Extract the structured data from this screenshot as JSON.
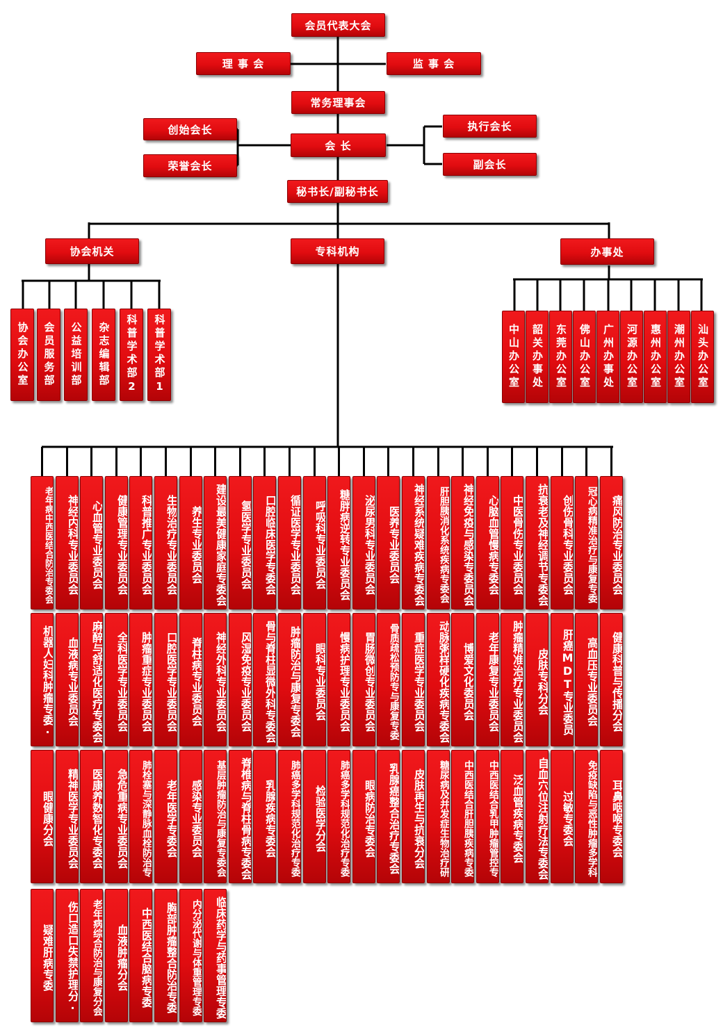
{
  "top": {
    "assembly": "会员代表大会",
    "council": "理 事 会",
    "supervisors": "监 事 会",
    "standing_council": "常务理事会",
    "president": "会 长",
    "founding_president": "创始会长",
    "honorary_president": "荣誉会长",
    "executive_president": "执行会长",
    "vice_president": "副会长",
    "secretary_general": "秘书长/副秘书长"
  },
  "branches": {
    "association_office": "协会机关",
    "specialty_bodies": "专科机构",
    "offices": "办事处"
  },
  "association_departments": [
    "协会办公室",
    "会员服务部",
    "公益培训部",
    "杂志编辑部",
    "科普学术部2",
    "科普学术部1"
  ],
  "regional_offices": [
    "中山办公室",
    "韶关办事处",
    "东莞办公室",
    "佛山办公室",
    "广州办事处",
    "河源办公室",
    "惠州办公室",
    "潮州办公室",
    "汕头办公室"
  ],
  "committees": {
    "row1": [
      "老年病中西医结合防治专委会",
      "神经内科专业委员会",
      "心血管专业委员会",
      "健康管理专业委员会",
      "科普推广专业委员会",
      "生物治疗专业委员会",
      "养生专业委员会",
      "建设最美健康家庭专委会",
      "氢医学专业委员会",
      "口腔临床医学专委会",
      "循证医学专业委员会",
      "呼吸科专业委员会",
      "糖胖病逆转专业委员会",
      "泌尿男科专业委员会",
      "医养专业委员会",
      "神经系统疑难疾病专委会",
      "肝胆胰消化系统疾病专委会",
      "神经免疫与感染专委员会",
      "心脑血管慢病专委会",
      "中医骨伤专业委员会",
      "抗衰老及神经调节专委会",
      "创伤骨科专业委员会",
      "冠心病精准治疗与康复专委",
      "痛风防治专业委员会"
    ],
    "row2": [
      "机器人妇科肿瘤专委·",
      "血液病专业委员会",
      "麻醉与舒适化医疗专委会",
      "全科医学专业委员会",
      "肿瘤重症专业委员会",
      "口腔医学专业委员会",
      "脊柱病专业委员会",
      "神经外科专业委员会",
      "风湿免疫专业委员会",
      "骨与脊柱显微外科专委会",
      "肿瘤防治与康复专委会",
      "眼科专业委员会",
      "慢病护理专业委员会",
      "胃肠微创专业委员会",
      "骨质疏松预防专与康复专委",
      "重症医学专业委员会",
      "动脉粥样硬化疾病专委会",
      "博爱文化委员会",
      "老年康复专业委员会",
      "肿瘤精准治疗专业委员会",
      "皮肤专科分会",
      "肝癌MDT专业委员",
      "高血压专业委员会",
      "健康科普与传播分会"
    ],
    "row3": [
      "眼健康分会",
      "精神医学专业委员会",
      "医康养数智化专委会",
      "急危重病专业委员会",
      "肺栓塞与深静脉血栓防治专",
      "老年医学专委会",
      "感染专业委员会",
      "基层肿瘤防治与康复专委会",
      "脊椎病与脊柱骨病专委会",
      "乳腺疾病专委会",
      "肺癌多学科规范化治疗专委",
      "检验医学分会",
      "肺癌多学科规范化治疗专委",
      "眼病防治专委会",
      "乳腺癌整合治疗专委会",
      "皮肤再生与抗衰分会",
      "糖尿病及并发症生物治疗研",
      "中西医结合肝胆胰疾病专委",
      "中西医结合乳甲肿瘤管控专",
      "泛血管疾病专委会",
      "自血穴位注射疗法专委会",
      "过敏专委会",
      "免疫缺陷与恶性肿瘤多学科",
      "耳鼻咽喉专委会"
    ],
    "row4": [
      "疑难肝病专委",
      "伤口造口失禁护理分·",
      "老年病综合防治与康复分会",
      "血液肿瘤分会",
      "中西医结合脑病专委",
      "胸部肿瘤整合防治专委",
      "内分泌代谢与体重管理专委",
      "临床药学与药事管理专委"
    ]
  }
}
